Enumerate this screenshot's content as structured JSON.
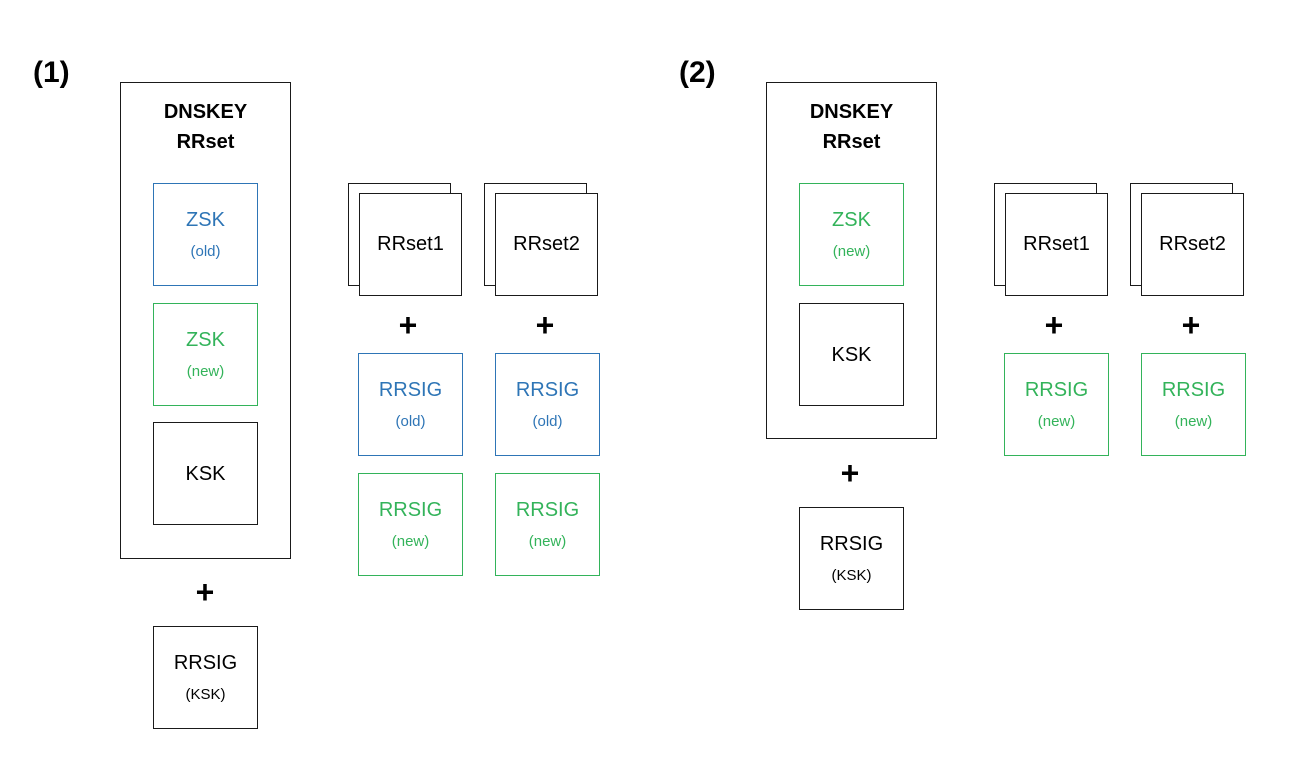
{
  "colors": {
    "old": "#2e75b6",
    "new": "#33b35a",
    "neutral": "#1a1a1a"
  },
  "panels": [
    {
      "label": "(1)",
      "dnskey_title": "DNSKEY RRset",
      "dnskey_keys": [
        {
          "main": "ZSK",
          "sub": "(old)"
        },
        {
          "main": "ZSK",
          "sub": "(new)"
        },
        {
          "main": "KSK",
          "sub": ""
        }
      ],
      "plus": "+",
      "dnskey_sig": {
        "main": "RRSIG",
        "sub": "(KSK)"
      },
      "rrsets": [
        {
          "name": "RRset1",
          "sigs": [
            {
              "main": "RRSIG",
              "sub": "(old)"
            },
            {
              "main": "RRSIG",
              "sub": "(new)"
            }
          ]
        },
        {
          "name": "RRset2",
          "sigs": [
            {
              "main": "RRSIG",
              "sub": "(old)"
            },
            {
              "main": "RRSIG",
              "sub": "(new)"
            }
          ]
        }
      ]
    },
    {
      "label": "(2)",
      "dnskey_title": "DNSKEY RRset",
      "dnskey_keys": [
        {
          "main": "ZSK",
          "sub": "(new)"
        },
        {
          "main": "KSK",
          "sub": ""
        }
      ],
      "plus": "+",
      "dnskey_sig": {
        "main": "RRSIG",
        "sub": "(KSK)"
      },
      "rrsets": [
        {
          "name": "RRset1",
          "sigs": [
            {
              "main": "RRSIG",
              "sub": "(new)"
            }
          ]
        },
        {
          "name": "RRset2",
          "sigs": [
            {
              "main": "RRSIG",
              "sub": "(new)"
            }
          ]
        }
      ]
    }
  ]
}
